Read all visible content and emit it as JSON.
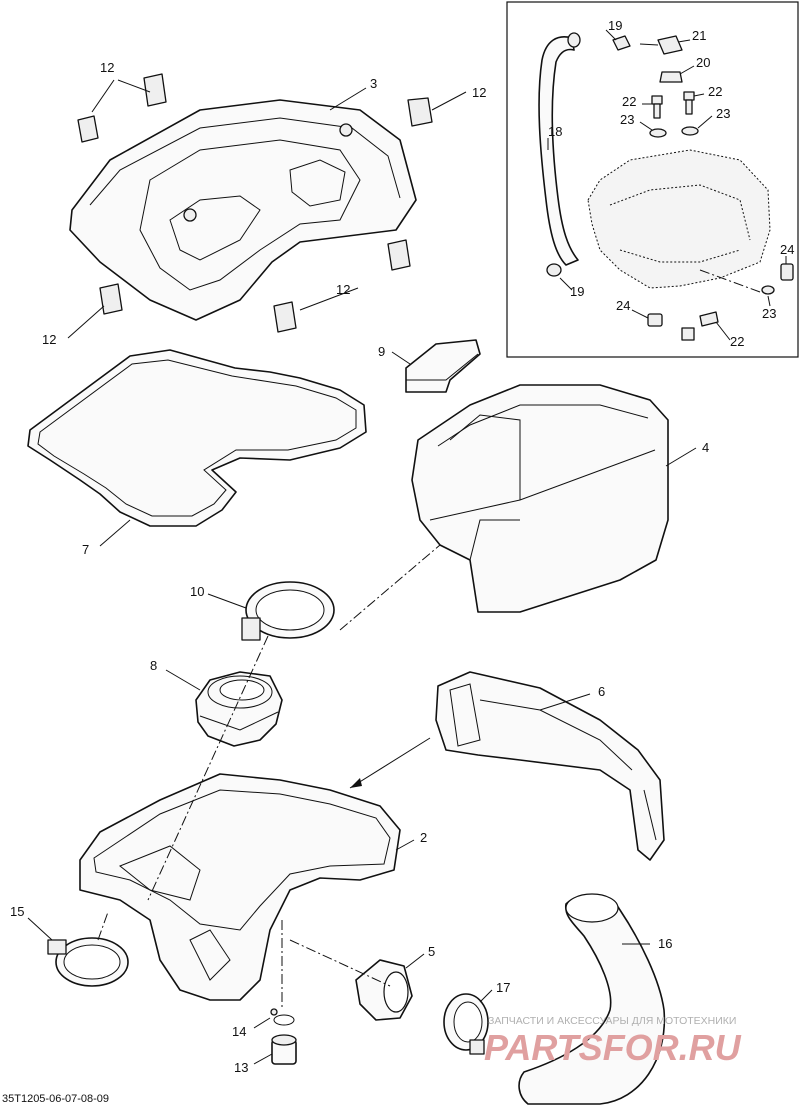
{
  "diagram": {
    "reference_code": "35T1205-06-07-08-09",
    "watermark": {
      "tagline": "ЗАПЧАСТИ И АКСЕССУАРЫ ДЛЯ МОТОТЕХНИКИ",
      "brand": "PARTSFOR.RU",
      "brand_color": "#e0a0a0",
      "tagline_color": "#b0b0b0"
    },
    "callouts": {
      "n2": "2",
      "n3": "3",
      "n4": "4",
      "n5": "5",
      "n6": "6",
      "n7": "7",
      "n8": "8",
      "n9": "9",
      "n10": "10",
      "n12": "12",
      "n13": "13",
      "n14": "14",
      "n15": "15",
      "n16": "16",
      "n17": "17",
      "n18": "18",
      "n19": "19",
      "n20": "20",
      "n21": "21",
      "n22": "22",
      "n23": "23",
      "n24": "24"
    }
  }
}
